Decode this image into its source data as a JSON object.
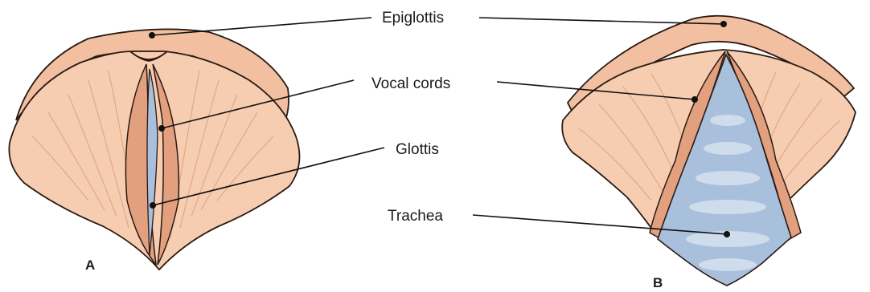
{
  "labels": {
    "epiglottis": "Epiglottis",
    "vocal_cords": "Vocal cords",
    "glottis": "Glottis",
    "trachea": "Trachea"
  },
  "panels": {
    "left": "A",
    "right": "B"
  },
  "colors": {
    "tissue_light": "#f6cdb0",
    "tissue_rim": "#f2c0a1",
    "vocal_fold": "#e2a07e",
    "airway_blue": "#a9c0dc",
    "airway_highlight": "#d6e2ef",
    "outline": "#2a1a14"
  }
}
